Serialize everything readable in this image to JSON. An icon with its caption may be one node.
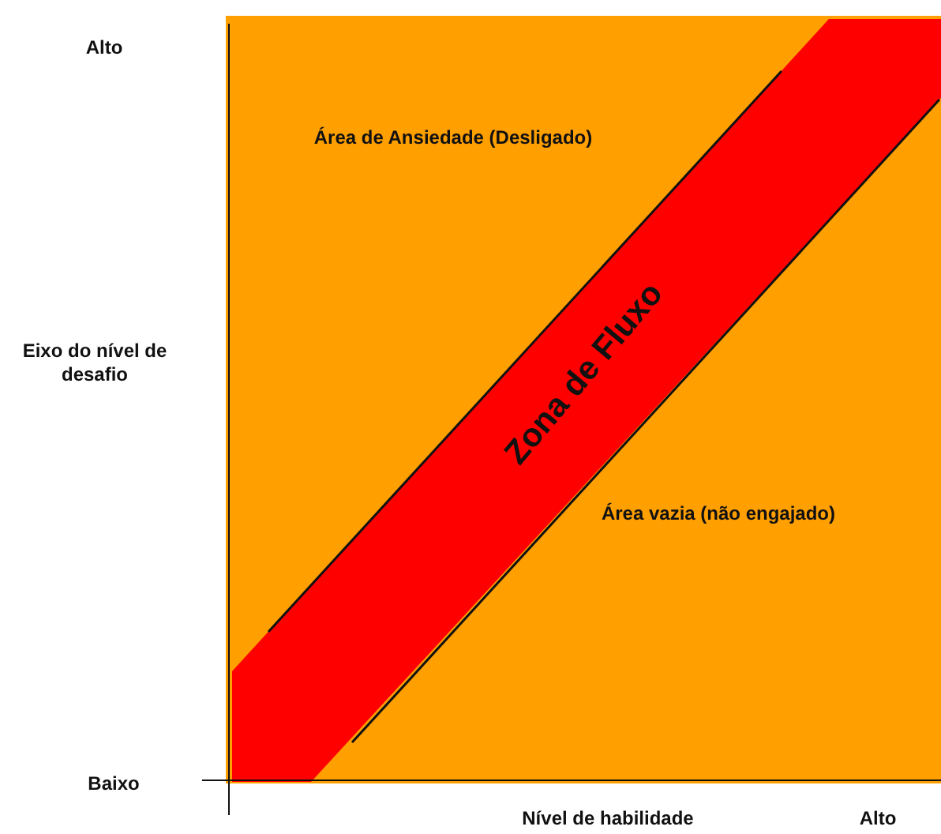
{
  "diagram": {
    "labels": [
      "Alto",
      "Área de Ansiedade (Desligado)",
      "Eixo do nível de desafio",
      "Zona de Fluxo",
      "Área vazia (não engajado)",
      "Baixo",
      "Nível de habilidade",
      "Alto"
    ]
  }
}
